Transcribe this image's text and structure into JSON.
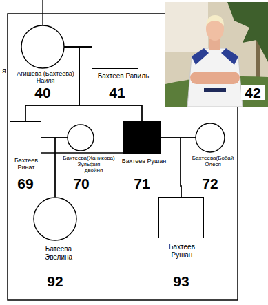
{
  "diagram": {
    "nodes": [
      {
        "text": [
          "Агишева (Бахтеева) Наиля"
        ]
      },
      {
        "text": [
          "Бахтеев Равиль"
        ]
      },
      {
        "text": [
          "Бахтеев Ринат"
        ]
      },
      {
        "text": [
          "Бахтеева(Ханикова) Зульфия"
        ]
      },
      {
        "text": [
          "Бахтеев Рушан"
        ]
      },
      {
        "text": [
          "Бахтеева(Бобай Олеся"
        ]
      },
      {
        "text": [
          "Батеева Эвелина"
        ]
      },
      {
        "text": [
          "Бахтеев Рушан"
        ]
      }
    ],
    "edges": [
      {
        "from": 0,
        "to": 1,
        "arrow": "none"
      },
      {
        "from": 0,
        "to": 2,
        "arrow": "none"
      },
      {
        "from": 1,
        "to": 2,
        "arrow": "none"
      },
      {
        "from": 0,
        "to": 4,
        "arrow": "none"
      },
      {
        "from": 1,
        "to": 4,
        "arrow": "none"
      },
      {
        "from": 2,
        "to": 3,
        "arrow": "none"
      },
      {
        "from": 2,
        "to": 4,
        "arrow": "none"
      },
      {
        "from": 4,
        "to": 5,
        "arrow": "none"
      },
      {
        "from": 2,
        "to": 6,
        "arrow": "none"
      },
      {
        "from": 3,
        "to": 6,
        "arrow": "none"
      },
      {
        "from": 4,
        "to": 7,
        "arrow": "none"
      },
      {
        "from": 5,
        "to": 7,
        "arrow": "none"
      }
    ],
    "labels": [
      "я",
      "40",
      "41",
      "42",
      "69",
      "70",
      "двойня",
      "71",
      "72",
      "92",
      "93"
    ]
  }
}
